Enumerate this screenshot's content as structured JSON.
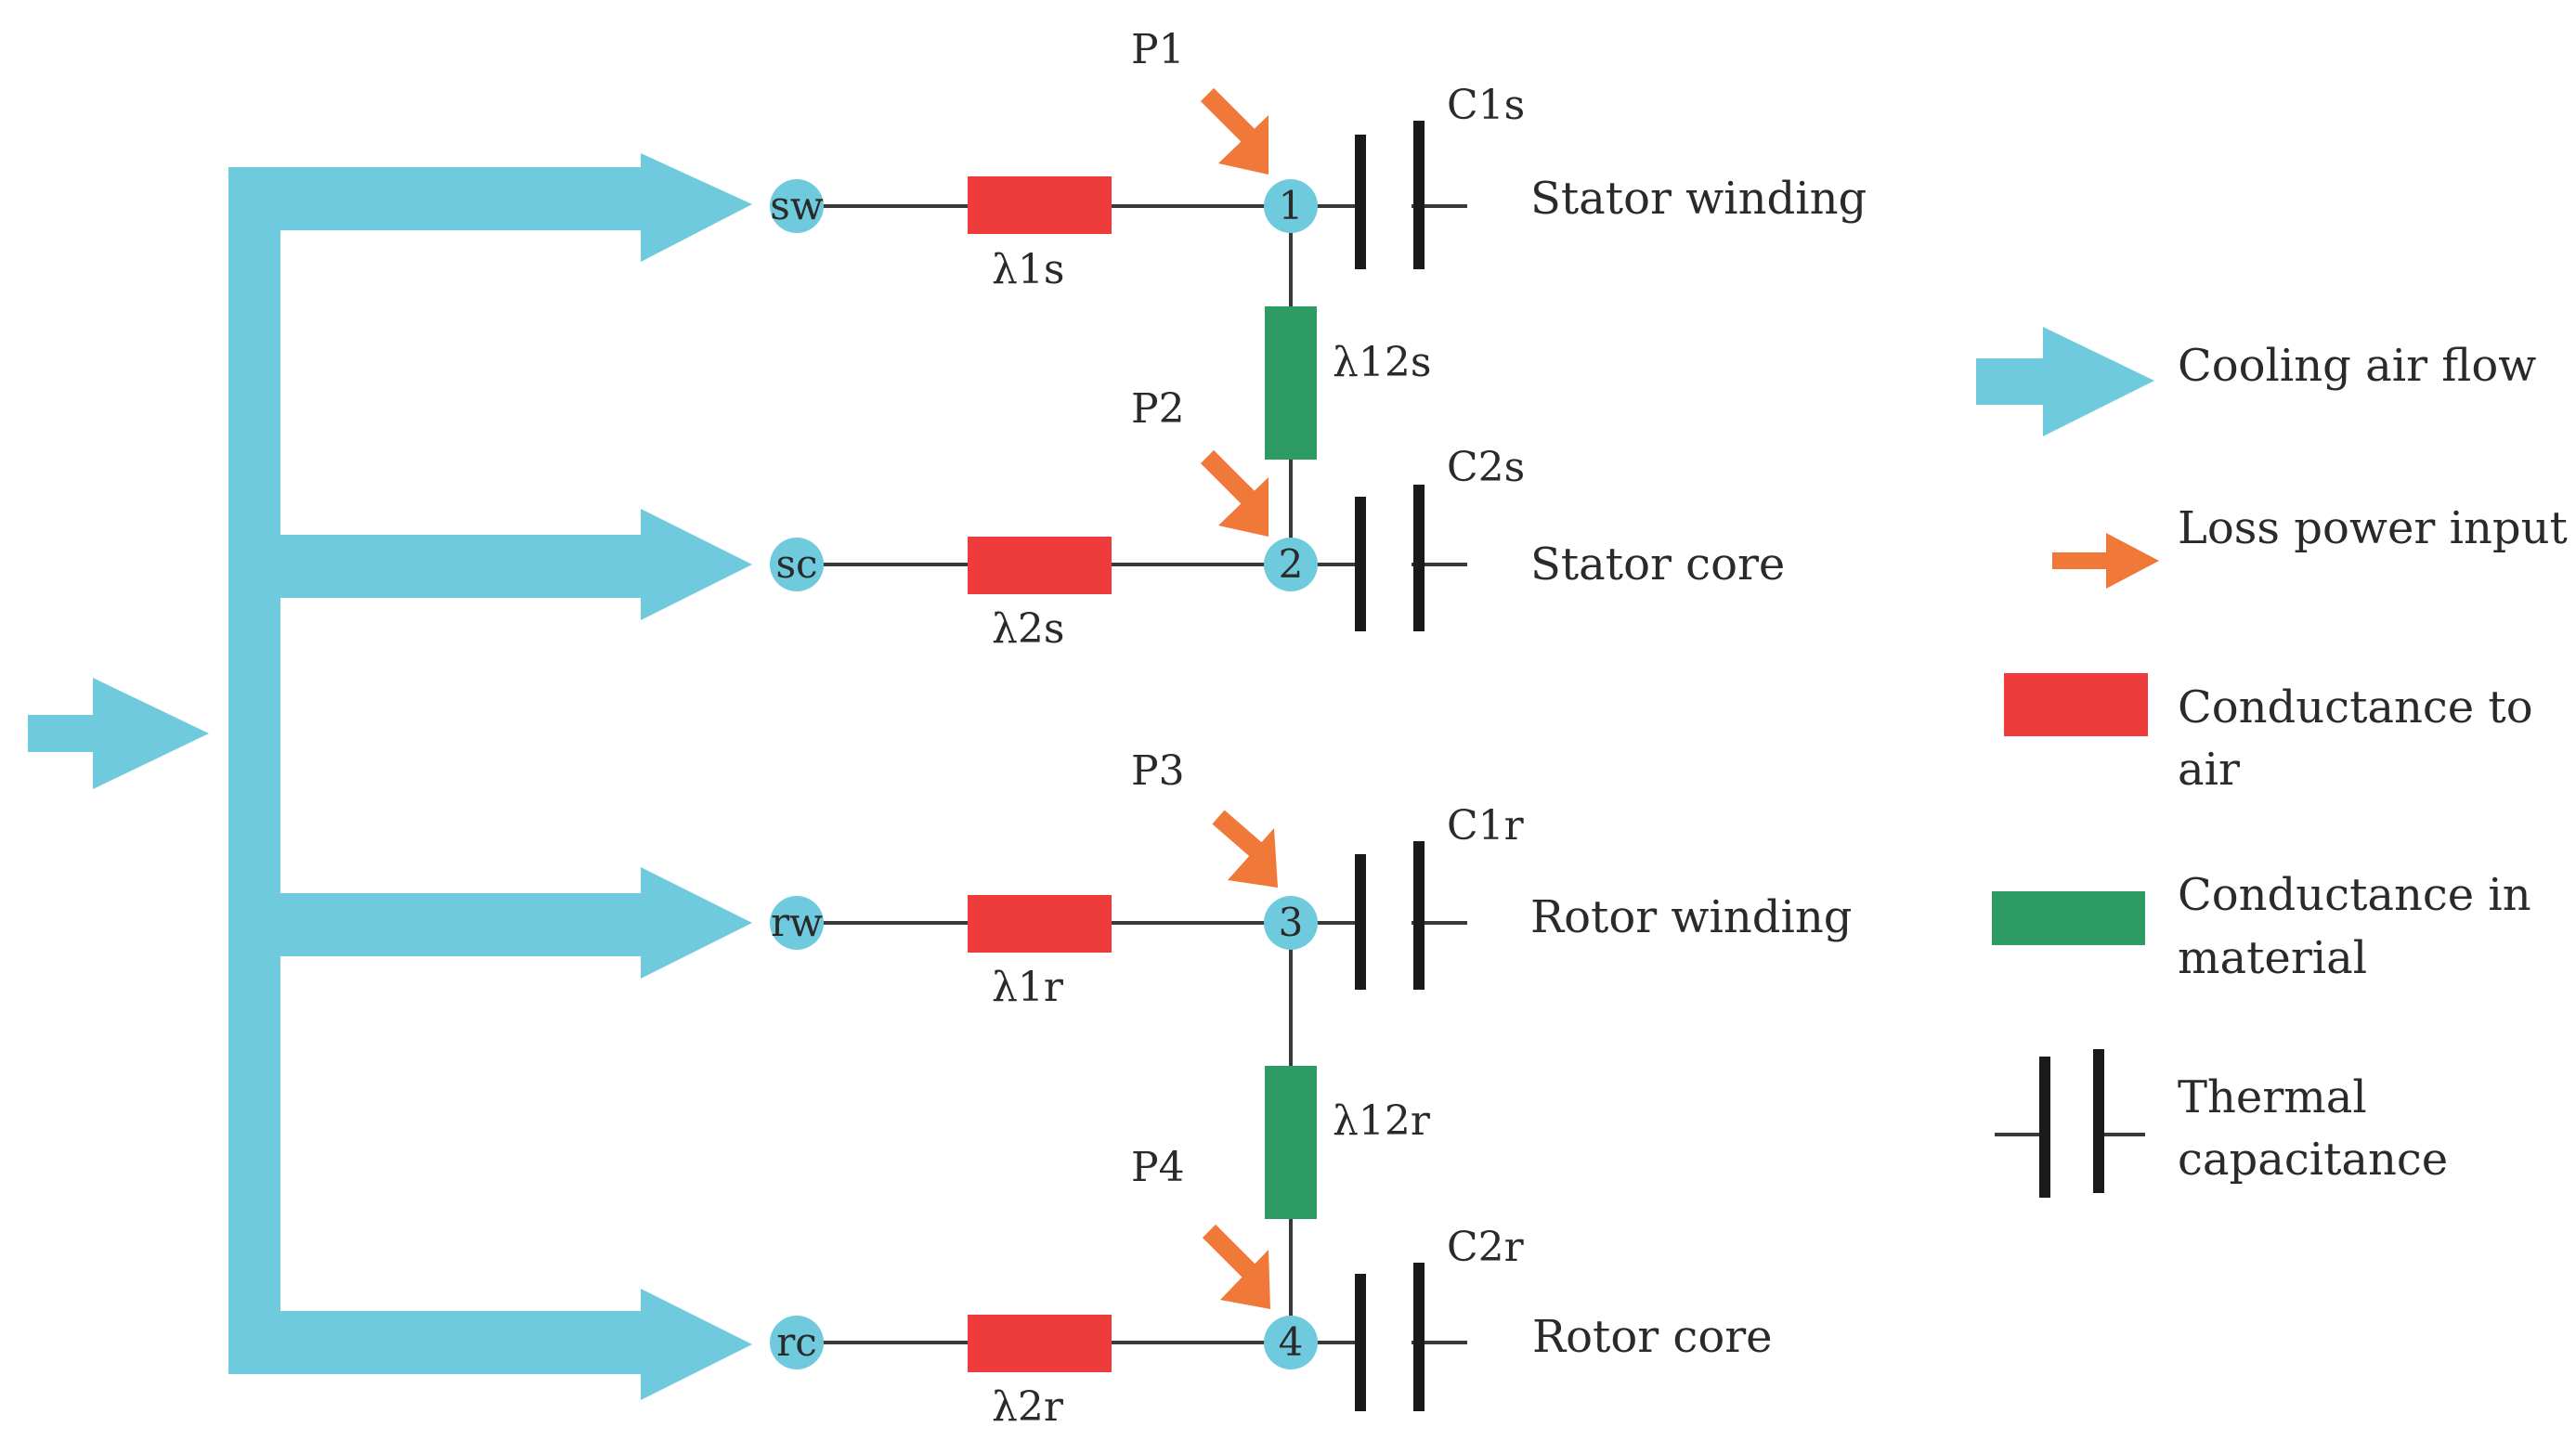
{
  "colors": {
    "air": "#6ecadc",
    "loss": "#f07838",
    "conductance_air": "#ee3b3b",
    "conductance_material": "#2e9a64",
    "capacitor": "#1a1a1a"
  },
  "branches": [
    {
      "id": "stator-winding",
      "node": "1",
      "air_node": "sw",
      "resistor": "λ1s",
      "power": "P1",
      "capacitor": "C1s",
      "label": "Stator winding"
    },
    {
      "id": "stator-core",
      "node": "2",
      "air_node": "sc",
      "resistor": "λ2s",
      "power": "P2",
      "capacitor": "C2s",
      "label": "Stator core"
    },
    {
      "id": "rotor-winding",
      "node": "3",
      "air_node": "rw",
      "resistor": "λ1r",
      "power": "P3",
      "capacitor": "C1r",
      "label": "Rotor winding"
    },
    {
      "id": "rotor-core",
      "node": "4",
      "air_node": "rc",
      "resistor": "λ2r",
      "power": "P4",
      "capacitor": "C2r",
      "label": "Rotor core"
    }
  ],
  "material_conductances": [
    "λ12s",
    "λ12r"
  ],
  "legend": {
    "air_flow": "Cooling air flow",
    "loss_input": "Loss power input",
    "cond_air_1": "Conductance to",
    "cond_air_2": "air",
    "cond_mat_1": "Conductance in",
    "cond_mat_2": "material",
    "thermal_1": "Thermal",
    "thermal_2": "capacitance"
  }
}
